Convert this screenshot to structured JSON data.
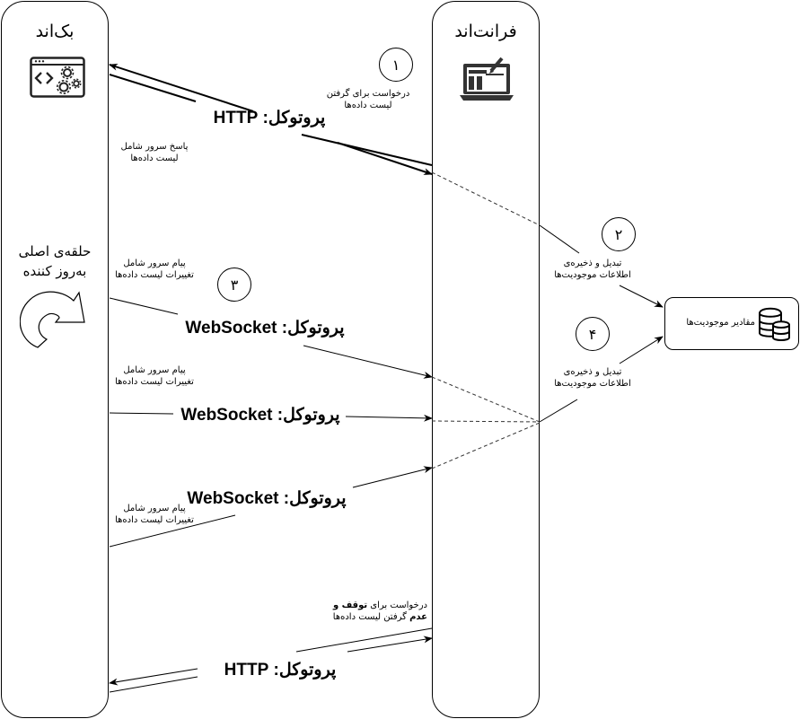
{
  "lanes": {
    "backend": {
      "title": "بک‌اند",
      "icon": "code-settings-icon"
    },
    "frontend": {
      "title": "فرانت‌اند",
      "icon": "laptop-design-icon"
    }
  },
  "main_loop": {
    "label_line1": "حلقه‌ی اصلی",
    "label_line2": "به‌روز کننده",
    "icon": "curved-arrow-icon"
  },
  "steps": [
    {
      "number": "۱",
      "caption_line1": "درخواست برای گرفتن",
      "caption_line2": "لیست داده‌ها"
    },
    {
      "number": "۲",
      "caption_line1": "تبدیل و ذخیره‌ی",
      "caption_line2": "اطلاعات موجودیت‌ها"
    },
    {
      "number": "۳"
    },
    {
      "number": "۴",
      "caption_line1": "تبدیل و ذخیره‌ی",
      "caption_line2": "اطلاعات موجودیت‌ها"
    }
  ],
  "messages": {
    "http_request_label": "پروتوکل: HTTP",
    "http_response_caption_line1": "پاسخ سرور شامل",
    "http_response_caption_line2": "لیست داده‌ها",
    "ws_label": "پروتوکل: WebSocket",
    "ws_caption_line1": "پیام سرور شامل",
    "ws_caption_line2": "تغییرات لیست داده‌ها",
    "stop_caption_line1_prefix": "درخواست برای ",
    "stop_caption_line1_bold": "توقف و",
    "stop_caption_line2_bold": "عدم",
    "stop_caption_line2_rest": " گرفتن لیست داده‌ها",
    "http_stop_label": "پروتوکل: HTTP"
  },
  "store": {
    "label": "مقادیر موجودیت‌ها",
    "icon": "database-icon"
  }
}
